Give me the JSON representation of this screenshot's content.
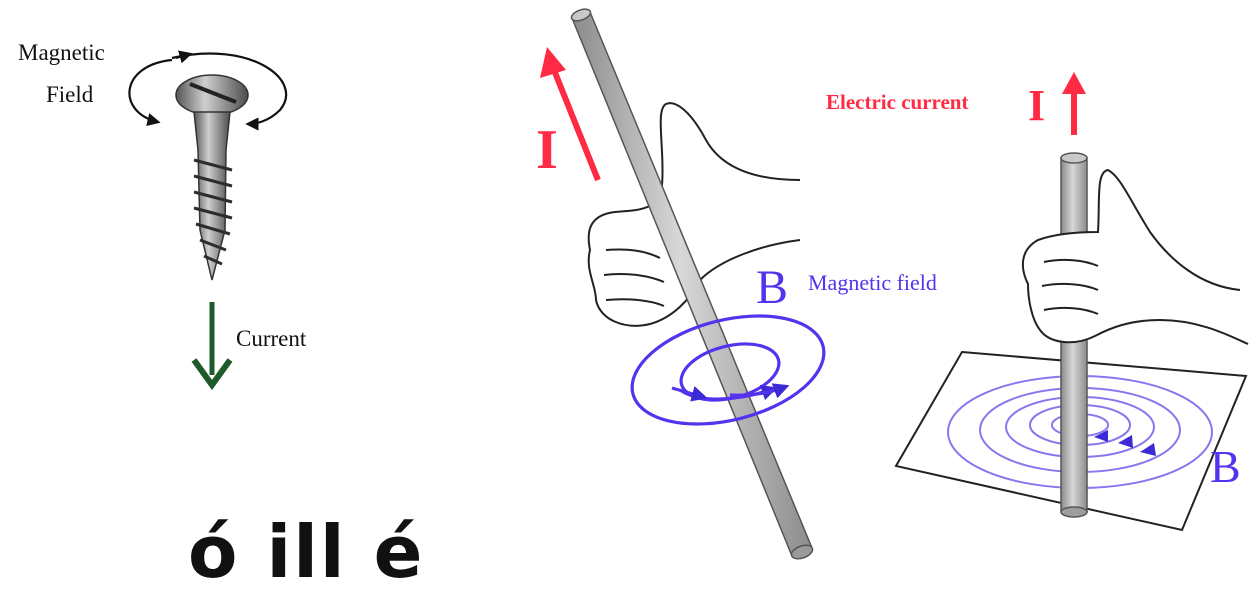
{
  "screw_panel": {
    "field_label_line1": "Magnetic",
    "field_label_line2": "Field",
    "current_label": "Current"
  },
  "tilted_rod_panel": {
    "current_symbol": "I",
    "field_symbol": "B",
    "field_label": "Magnetic field"
  },
  "vertical_rod_panel": {
    "current_label": "Electric current",
    "current_symbol": "I",
    "field_symbol": "B"
  },
  "colors": {
    "current_red": "#ff2a44",
    "field_blue": "#5533ee",
    "current_green": "#1f5a2a",
    "rod_gray": "#bdbdbd"
  },
  "bottom_cut_text": "ó  ill  é  "
}
